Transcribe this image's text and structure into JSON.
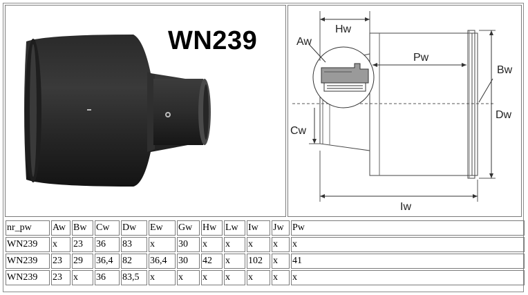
{
  "product": {
    "code": "WN239"
  },
  "diagram_labels": {
    "aw": "Aw",
    "bw": "Bw",
    "cw": "Cw",
    "dw": "Dw",
    "hw": "Hw",
    "iw": "Iw",
    "pw": "Pw"
  },
  "table": {
    "headers": [
      "nr_pw",
      "Aw",
      "Bw",
      "Cw",
      "Dw",
      "Ew",
      "Gw",
      "Hw",
      "Lw",
      "Iw",
      "Jw",
      "Pw"
    ],
    "rows": [
      [
        "WN239",
        "x",
        "23",
        "36",
        "83",
        "x",
        "30",
        "x",
        "x",
        "x",
        "x",
        "x"
      ],
      [
        "WN239",
        "23",
        "29",
        "36,4",
        "82",
        "36,4",
        "30",
        "42",
        "x",
        "102",
        "x",
        "41"
      ],
      [
        "WN239",
        "23",
        "x",
        "36",
        "83,5",
        "x",
        "x",
        "x",
        "x",
        "x",
        "x",
        "x"
      ]
    ]
  }
}
